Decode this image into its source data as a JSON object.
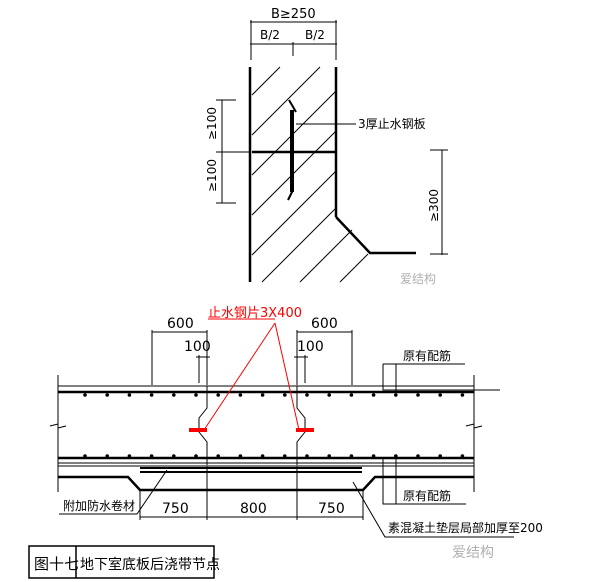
{
  "top_detail": {
    "dim_total": "B≥250",
    "dim_half_left": "B/2",
    "dim_half_right": "B/2",
    "dim_left_upper": "≥100",
    "dim_left_lower": "≥100",
    "dim_right": "≥300",
    "plate_label": "3厚止水钢板"
  },
  "bottom_detail": {
    "red_label": "止水钢片3X400",
    "dim_600_left": "600",
    "dim_600_right": "600",
    "dim_100_left": "100",
    "dim_100_right": "100",
    "existing_rebar_top": "原有配筋",
    "existing_rebar_bottom": "原有配筋",
    "membrane_label": "附加防水卷材",
    "dim_750_left": "750",
    "dim_800": "800",
    "dim_750_right": "750",
    "cushion_label": "素混凝土垫层局部加厚至200"
  },
  "title": {
    "figure_no": "图十七",
    "caption": "地下室底板后浇带节点"
  },
  "watermark": "爱结构",
  "colors": {
    "accent": "#ff0000",
    "line": "#000000",
    "watermark": "#b0b0b0"
  }
}
